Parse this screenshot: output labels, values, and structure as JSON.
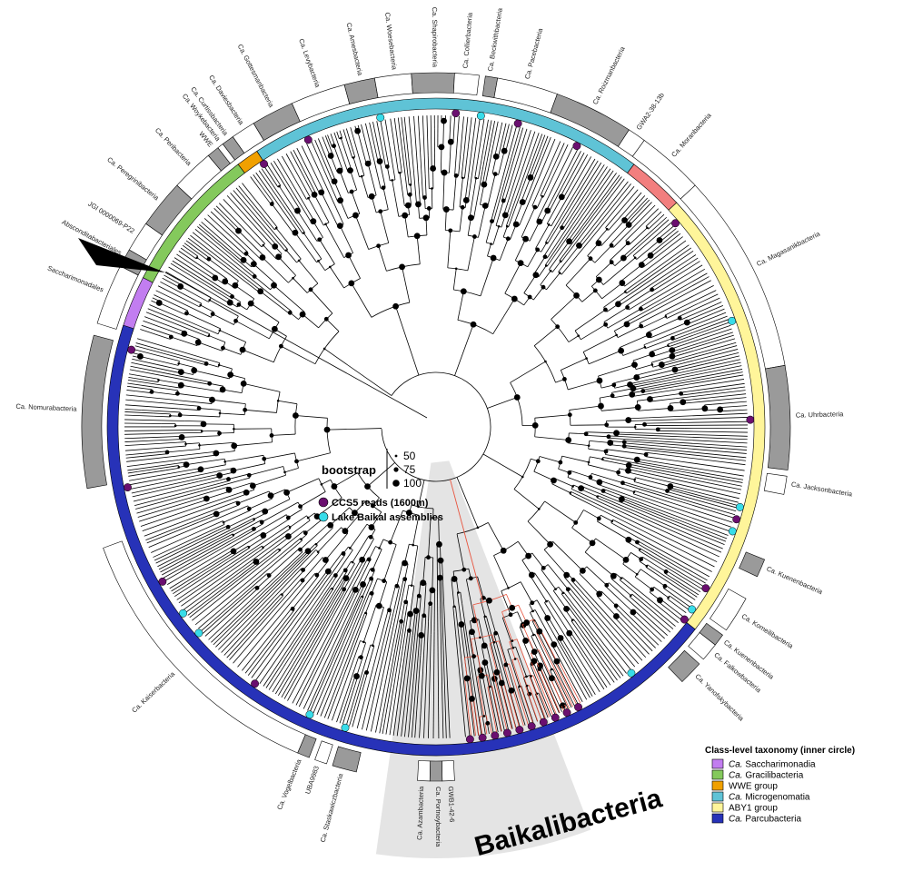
{
  "figure": {
    "highlight_label": "Baikalibacteria",
    "colors": {
      "branch": "#000000",
      "highlight_branch": "#e8553f",
      "highlight_fill": "#fbd0c4",
      "sector_fill": "#e4e4e4",
      "node": "#000000",
      "ccs5": "#6a0f6f",
      "assembly": "#38dce9",
      "outer_gray": "#9a9a9a",
      "outer_white": "#ffffff",
      "collapsed_clade": "#000000"
    }
  },
  "bootstrap_legend": {
    "title": "bootstrap",
    "levels": [
      "50",
      "75",
      "100"
    ]
  },
  "marker_legend": [
    {
      "label": "CCS5 reads (1600m)",
      "color": "#6a0f6f"
    },
    {
      "label": "Lake Baikal assemblies",
      "color": "#38dce9"
    }
  ],
  "inner_ring": [
    {
      "name": "Ca. Saccharimonadia",
      "color": "#c27df0",
      "start": 287,
      "end": 297
    },
    {
      "name": "Ca. Gracilibacteria",
      "color": "#84c95c",
      "start": 297,
      "end": 323
    },
    {
      "name": "WWE group",
      "color": "#f0a000",
      "start": 323,
      "end": 327
    },
    {
      "name": "Ca. Microgenomatia",
      "color": "#5fc3d6",
      "start": 327,
      "end": 37
    },
    {
      "name": "Ca. Rozmanbacteria",
      "color": "#f27e7e",
      "start": 37,
      "end": 47
    },
    {
      "name": "ABY1 group",
      "color": "#fff59a",
      "start": 47,
      "end": 128
    },
    {
      "name": "Ca. Parcubacteria",
      "color": "#2732b8",
      "start": 128,
      "end": 288
    }
  ],
  "taxonomy_legend": {
    "title": "Class-level taxonomy (inner circle)",
    "items": [
      {
        "prefix": "Ca.",
        "name": "Saccharimonadia",
        "color": "#c27df0"
      },
      {
        "prefix": "Ca.",
        "name": "Gracilibacteria",
        "color": "#84c95c"
      },
      {
        "prefix": "",
        "name": "WWE group",
        "color": "#f0a000"
      },
      {
        "prefix": "Ca.",
        "name": "Microgenomatia",
        "color": "#5fc3d6"
      },
      {
        "prefix": "",
        "name": "ABY1 group",
        "color": "#fff59a"
      },
      {
        "prefix": "Ca.",
        "name": "Parcubacteria",
        "color": "#2732b8"
      }
    ]
  },
  "outer_ring": [
    {
      "label": "Saccharimonadales",
      "start": 287,
      "end": 297,
      "fill": "white"
    },
    {
      "label": "Absconditabacteriales",
      "start": 297,
      "end": 300,
      "fill": "gray"
    },
    {
      "label": "JGI 0000069-P22",
      "start": 300,
      "end": 305,
      "fill": "white"
    },
    {
      "label": "Ca. Peregrinibacteria",
      "start": 305,
      "end": 313,
      "fill": "gray"
    },
    {
      "label": "Ca. Peribacteria",
      "start": 313,
      "end": 320,
      "fill": "white"
    },
    {
      "label": "WWE",
      "start": 320,
      "end": 322,
      "fill": "gray"
    },
    {
      "label": "Ca. Woykebacteria",
      "start": 322,
      "end": 323,
      "fill": "white"
    },
    {
      "label": "Ca. Curtissbacteria",
      "start": 323,
      "end": 325,
      "fill": "gray"
    },
    {
      "label": "Ca. Daviesbacteria",
      "start": 325,
      "end": 329,
      "fill": "white"
    },
    {
      "label": "Ca. Gottesmanbacteria",
      "start": 329,
      "end": 336,
      "fill": "gray"
    },
    {
      "label": "Ca. Levybacteria",
      "start": 336,
      "end": 345,
      "fill": "white"
    },
    {
      "label": "Ca. Amesbacteria",
      "start": 345,
      "end": 350,
      "fill": "gray"
    },
    {
      "label": "Ca. Woesebacteria",
      "start": 350,
      "end": 356,
      "fill": "white"
    },
    {
      "label": "Ca. Shapirobacteria",
      "start": 356,
      "end": 363,
      "fill": "gray"
    },
    {
      "label": "Ca. Collierbacteria",
      "start": 363,
      "end": 367,
      "fill": "white"
    },
    {
      "label": "Ca. Beckwithbacteria",
      "start": 368,
      "end": 370,
      "fill": "gray"
    },
    {
      "label": "Ca. Pacebacteria",
      "start": 370,
      "end": 380,
      "fill": "white"
    },
    {
      "label": "Ca. Roizmanbacteria",
      "start": 380,
      "end": 393,
      "fill": "gray"
    },
    {
      "label": "GWA2-38-13b",
      "start": 393,
      "end": 396,
      "fill": "white"
    },
    {
      "label": "Ca. Moranbacteria",
      "start": 396,
      "end": 407,
      "fill": "white"
    },
    {
      "label": "Ca. Magasanikbacteria",
      "start": 407,
      "end": 440,
      "fill": "white"
    },
    {
      "label": "Ca. Uhrbacteria",
      "start": 440,
      "end": 457,
      "fill": "gray"
    },
    {
      "label": "Ca. Jacksonbacteria",
      "start": 458,
      "end": 461,
      "fill": "white"
    },
    {
      "label": "Ca. Kuenenbacteria",
      "start": 472,
      "end": 475,
      "fill": "gray"
    },
    {
      "label": "Ca. Komeilibacteria",
      "start": 479,
      "end": 485,
      "fill": "white"
    },
    {
      "label": "Ca. Kuenenbacteria",
      "start": 486,
      "end": 488,
      "fill": "gray"
    },
    {
      "label": "Ca. Falkowbacteria",
      "start": 488,
      "end": 491,
      "fill": "white"
    },
    {
      "label": "Ca. Yanofskybacteria",
      "start": 492,
      "end": 496,
      "fill": "gray"
    },
    {
      "label": "GWB1-42-6",
      "start": 537,
      "end": 539,
      "fill": "white"
    },
    {
      "label": "Ca. Portnoybacteria",
      "start": 539,
      "end": 541,
      "fill": "gray"
    },
    {
      "label": "Ca. Azambacteria",
      "start": 541,
      "end": 543,
      "fill": "white"
    },
    {
      "label": "Ca. Staskawiczbacteria",
      "start": 553,
      "end": 557,
      "fill": "gray"
    },
    {
      "label": "UBA9983",
      "start": 558,
      "end": 560,
      "fill": "white"
    },
    {
      "label": "Ca. Vogelbacteria",
      "start": 561,
      "end": 563,
      "fill": "gray"
    },
    {
      "label": "Ca. Kaiserbacteria",
      "start": 563,
      "end": 610,
      "fill": "white"
    },
    {
      "label": "Ca. Nomurabacteria",
      "start": 620,
      "end": 645,
      "fill": "gray"
    }
  ]
}
